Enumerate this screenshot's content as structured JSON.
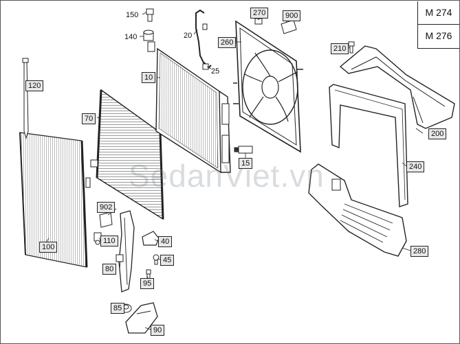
{
  "model_codes": [
    "M 274",
    "M 276"
  ],
  "watermark": "SedanViet.vn",
  "callouts": {
    "c150": "150",
    "c140": "140",
    "c20": "20",
    "c270": "270",
    "c900": "900",
    "c260": "260",
    "c25": "25",
    "c210": "210",
    "c10": "10",
    "c120": "120",
    "c70": "70",
    "c200": "200",
    "c15": "15",
    "c240": "240",
    "c902": "902",
    "c100": "100",
    "c110": "110",
    "c40": "40",
    "c45": "45",
    "c80": "80",
    "c95": "95",
    "c280": "280",
    "c85": "85",
    "c90": "90"
  },
  "colors": {
    "line": "#222222",
    "label_fill": "#ffffff",
    "boxed_fill": "#e8e8e8"
  }
}
